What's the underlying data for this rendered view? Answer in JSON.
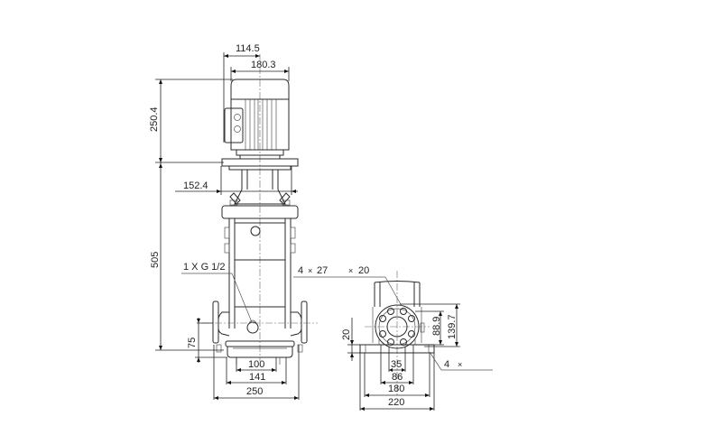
{
  "drawing": {
    "title": "Vertical multistage pump dimensional drawing",
    "side_view": {
      "dims": {
        "motor_offset": "114.5",
        "motor_width": "180.3",
        "motor_height": "250.4",
        "coupling_width": "152.4",
        "pump_height": "505",
        "port_height": "75",
        "base_inner": "100",
        "base_mid": "141",
        "base_outer": "250"
      },
      "annotations": {
        "drain_plug": "1 X G 1/2"
      }
    },
    "end_view": {
      "dims": {
        "flange_holes_count": "4",
        "flange_holes_x": "×",
        "flange_holes_dia": "27",
        "flange_holes_x2": "×",
        "flange_holes_depth": "20",
        "pcd_inner": "88.9",
        "pcd_outer": "139.7",
        "base_thickness": "20",
        "base_slot": "35",
        "base_hole_spacing": "86",
        "base_bolt_spacing": "180",
        "base_width": "220",
        "anchor_count": "4",
        "anchor_x": "×"
      }
    }
  }
}
